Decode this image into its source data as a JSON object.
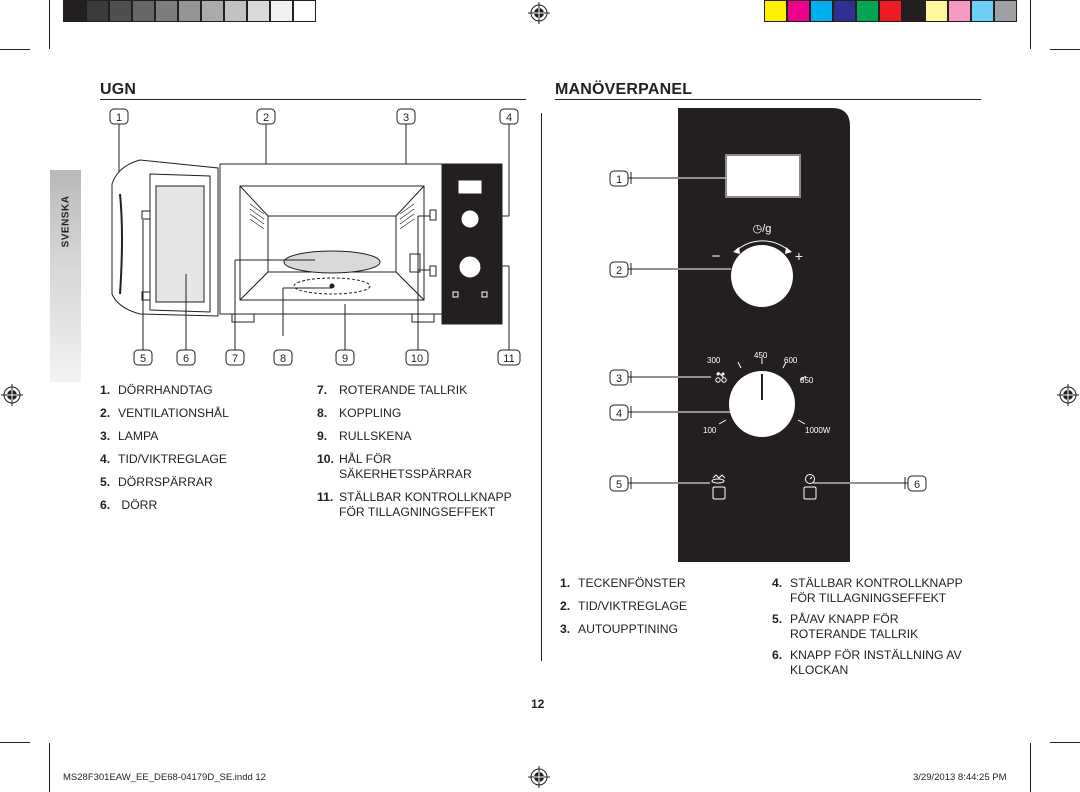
{
  "swatches_gray": [
    "#231f20",
    "#3a3a3a",
    "#4f4f4f",
    "#666666",
    "#7d7d7d",
    "#949494",
    "#ababab",
    "#c2c2c2",
    "#d9d9d9",
    "#f0f0f0",
    "#ffffff"
  ],
  "swatches_color": [
    "#fff200",
    "#ec008c",
    "#00aeef",
    "#2e3192",
    "#00a651",
    "#ed1c24",
    "#231f20",
    "#fff799",
    "#f49ac1",
    "#6dcff6",
    "#9d9fa2"
  ],
  "side_tab": {
    "label": "SVENSKA"
  },
  "oven": {
    "heading": "UGN",
    "callouts_top": [
      "1",
      "2",
      "3",
      "4"
    ],
    "callouts_bottom": [
      "5",
      "6",
      "7",
      "8",
      "9",
      "10",
      "11"
    ],
    "legend_left": [
      {
        "num": "1.",
        "text": "DÖRRHANDTAG"
      },
      {
        "num": "2.",
        "text": "VENTILATIONSHÅL"
      },
      {
        "num": "3.",
        "text": "LAMPA"
      },
      {
        "num": "4.",
        "text": "TID/VIKTREGLAGE"
      },
      {
        "num": "5.",
        "text": "DÖRRSPÄRRAR"
      },
      {
        "num": "6.",
        "text": " DÖRR"
      }
    ],
    "legend_right": [
      {
        "num": "7.",
        "text": "ROTERANDE TALLRIK"
      },
      {
        "num": "8.",
        "text": "KOPPLING"
      },
      {
        "num": "9.",
        "text": "RULLSKENA"
      },
      {
        "num": "10.",
        "text": "HÅL FÖR",
        "cont": "SÄKERHETSSPÄRRAR"
      },
      {
        "num": "11.",
        "text": "STÄLLBAR KONTROLLKNAPP",
        "cont": "FÖR TILLAGNINGSEFFEKT"
      }
    ]
  },
  "panel": {
    "heading": "MANÖVERPANEL",
    "callouts_left": [
      "1",
      "2",
      "3",
      "4",
      "5"
    ],
    "callout_right": "6",
    "timer_label": "◷/g",
    "minus": "−",
    "plus": "+",
    "power_labels": {
      "p300": "300",
      "p450": "450",
      "p600": "600",
      "p850": "850",
      "p100": "100",
      "p1000": "1000W"
    },
    "legend_left": [
      {
        "num": "1.",
        "text": "TECKENFÖNSTER"
      },
      {
        "num": "2.",
        "text": "TID/VIKTREGLAGE"
      },
      {
        "num": "3.",
        "text": "AUTOUPPTINING"
      }
    ],
    "legend_right": [
      {
        "num": "4.",
        "text": "STÄLLBAR KONTROLLKNAPP",
        "cont": "FÖR TILLAGNINGSEFFEKT"
      },
      {
        "num": "5.",
        "text": "PÅ/AV KNAPP FÖR",
        "cont": "ROTERANDE TALLRIK"
      },
      {
        "num": "6.",
        "text": "KNAPP FÖR INSTÄLLNING AV",
        "cont": "KLOCKAN"
      }
    ]
  },
  "page_number": "12",
  "footer": {
    "left": "MS28F301EAW_EE_DE68-04179D_SE.indd   12",
    "right": "3/29/2013   8:44:25 PM"
  }
}
